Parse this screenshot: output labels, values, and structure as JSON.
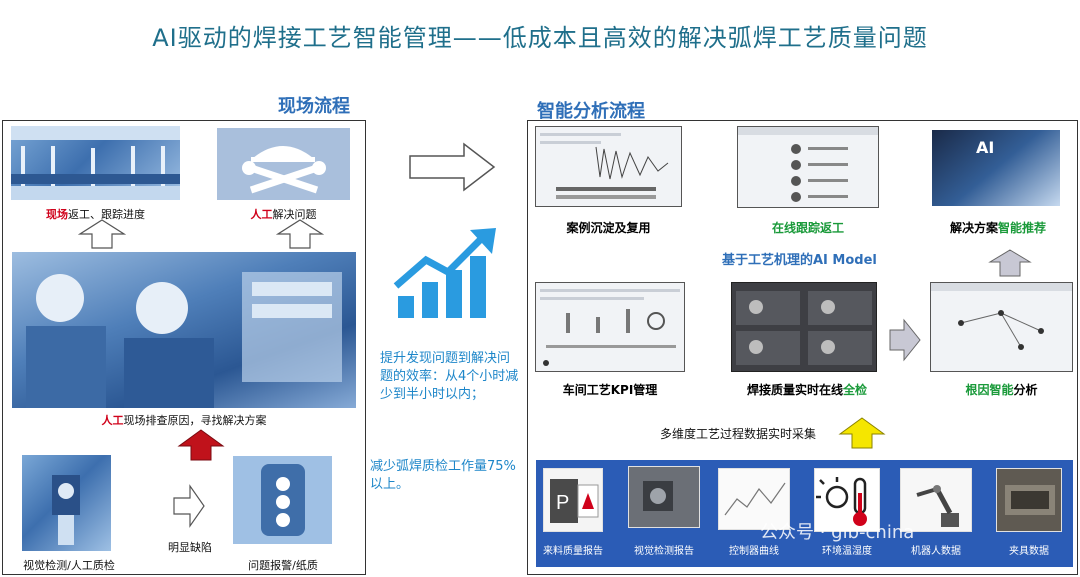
{
  "title": "AI驱动的焊接工艺智能管理——低成本且高效的解决弧焊工艺质量问题",
  "left": {
    "heading": "现场流程",
    "cap1_red": "现场",
    "cap1_rest": "返工、跟踪进度",
    "cap2_red": "人工",
    "cap2_rest": "解决问题",
    "cap3_red": "人工",
    "cap3_rest": "现场排查原因，寻找解决方案",
    "cap4": "视觉检测/人工质检",
    "cap5": "明显缺陷",
    "cap6": "问题报警/纸质"
  },
  "middle": {
    "note1": "提升发现问题到解决问题的效率：从4个小时减少到半小时以内；",
    "note2": "减少弧焊质检工作量75%以上。"
  },
  "right": {
    "heading": "智能分析流程",
    "case": "案例沉淀及复用",
    "track": "在线跟踪返工",
    "solution_a": "解决方案",
    "solution_b": "智能推荐",
    "model": "基于工艺机理的AI Model",
    "kpi": "车间工艺KPI管理",
    "quality_a": "焊接质量实时在线",
    "quality_b": "全检",
    "root_a": "根因智能",
    "root_b": "分析",
    "collect": "多维度工艺过程数据实时采集",
    "ai_label": "AI",
    "tiles": [
      {
        "label": "来料质量报告",
        "icon": "pdf-report-icon",
        "glyph": "P"
      },
      {
        "label": "视觉检测报告",
        "icon": "vision-camera-icon",
        "glyph": ""
      },
      {
        "label": "控制器曲线",
        "icon": "controller-curve-icon",
        "glyph": ""
      },
      {
        "label": "环境温湿度",
        "icon": "thermometer-sun-icon",
        "glyph": ""
      },
      {
        "label": "机器人数据",
        "icon": "robot-arm-icon",
        "glyph": ""
      },
      {
        "label": "夹具数据",
        "icon": "fixture-icon",
        "glyph": ""
      }
    ]
  },
  "watermark": "公众号 · glb-china",
  "colors": {
    "title": "#1f6f8b",
    "heading": "#2f6fb8",
    "red_emphasis": "#d0021b",
    "green_emphasis": "#1a9a3a",
    "note_text": "#1d86c9",
    "data_bar": "#2b5cb6",
    "arrow_red": "#c0121b",
    "arrow_yellow": "#f5e600",
    "arrow_gray": "#c8c8d4"
  }
}
